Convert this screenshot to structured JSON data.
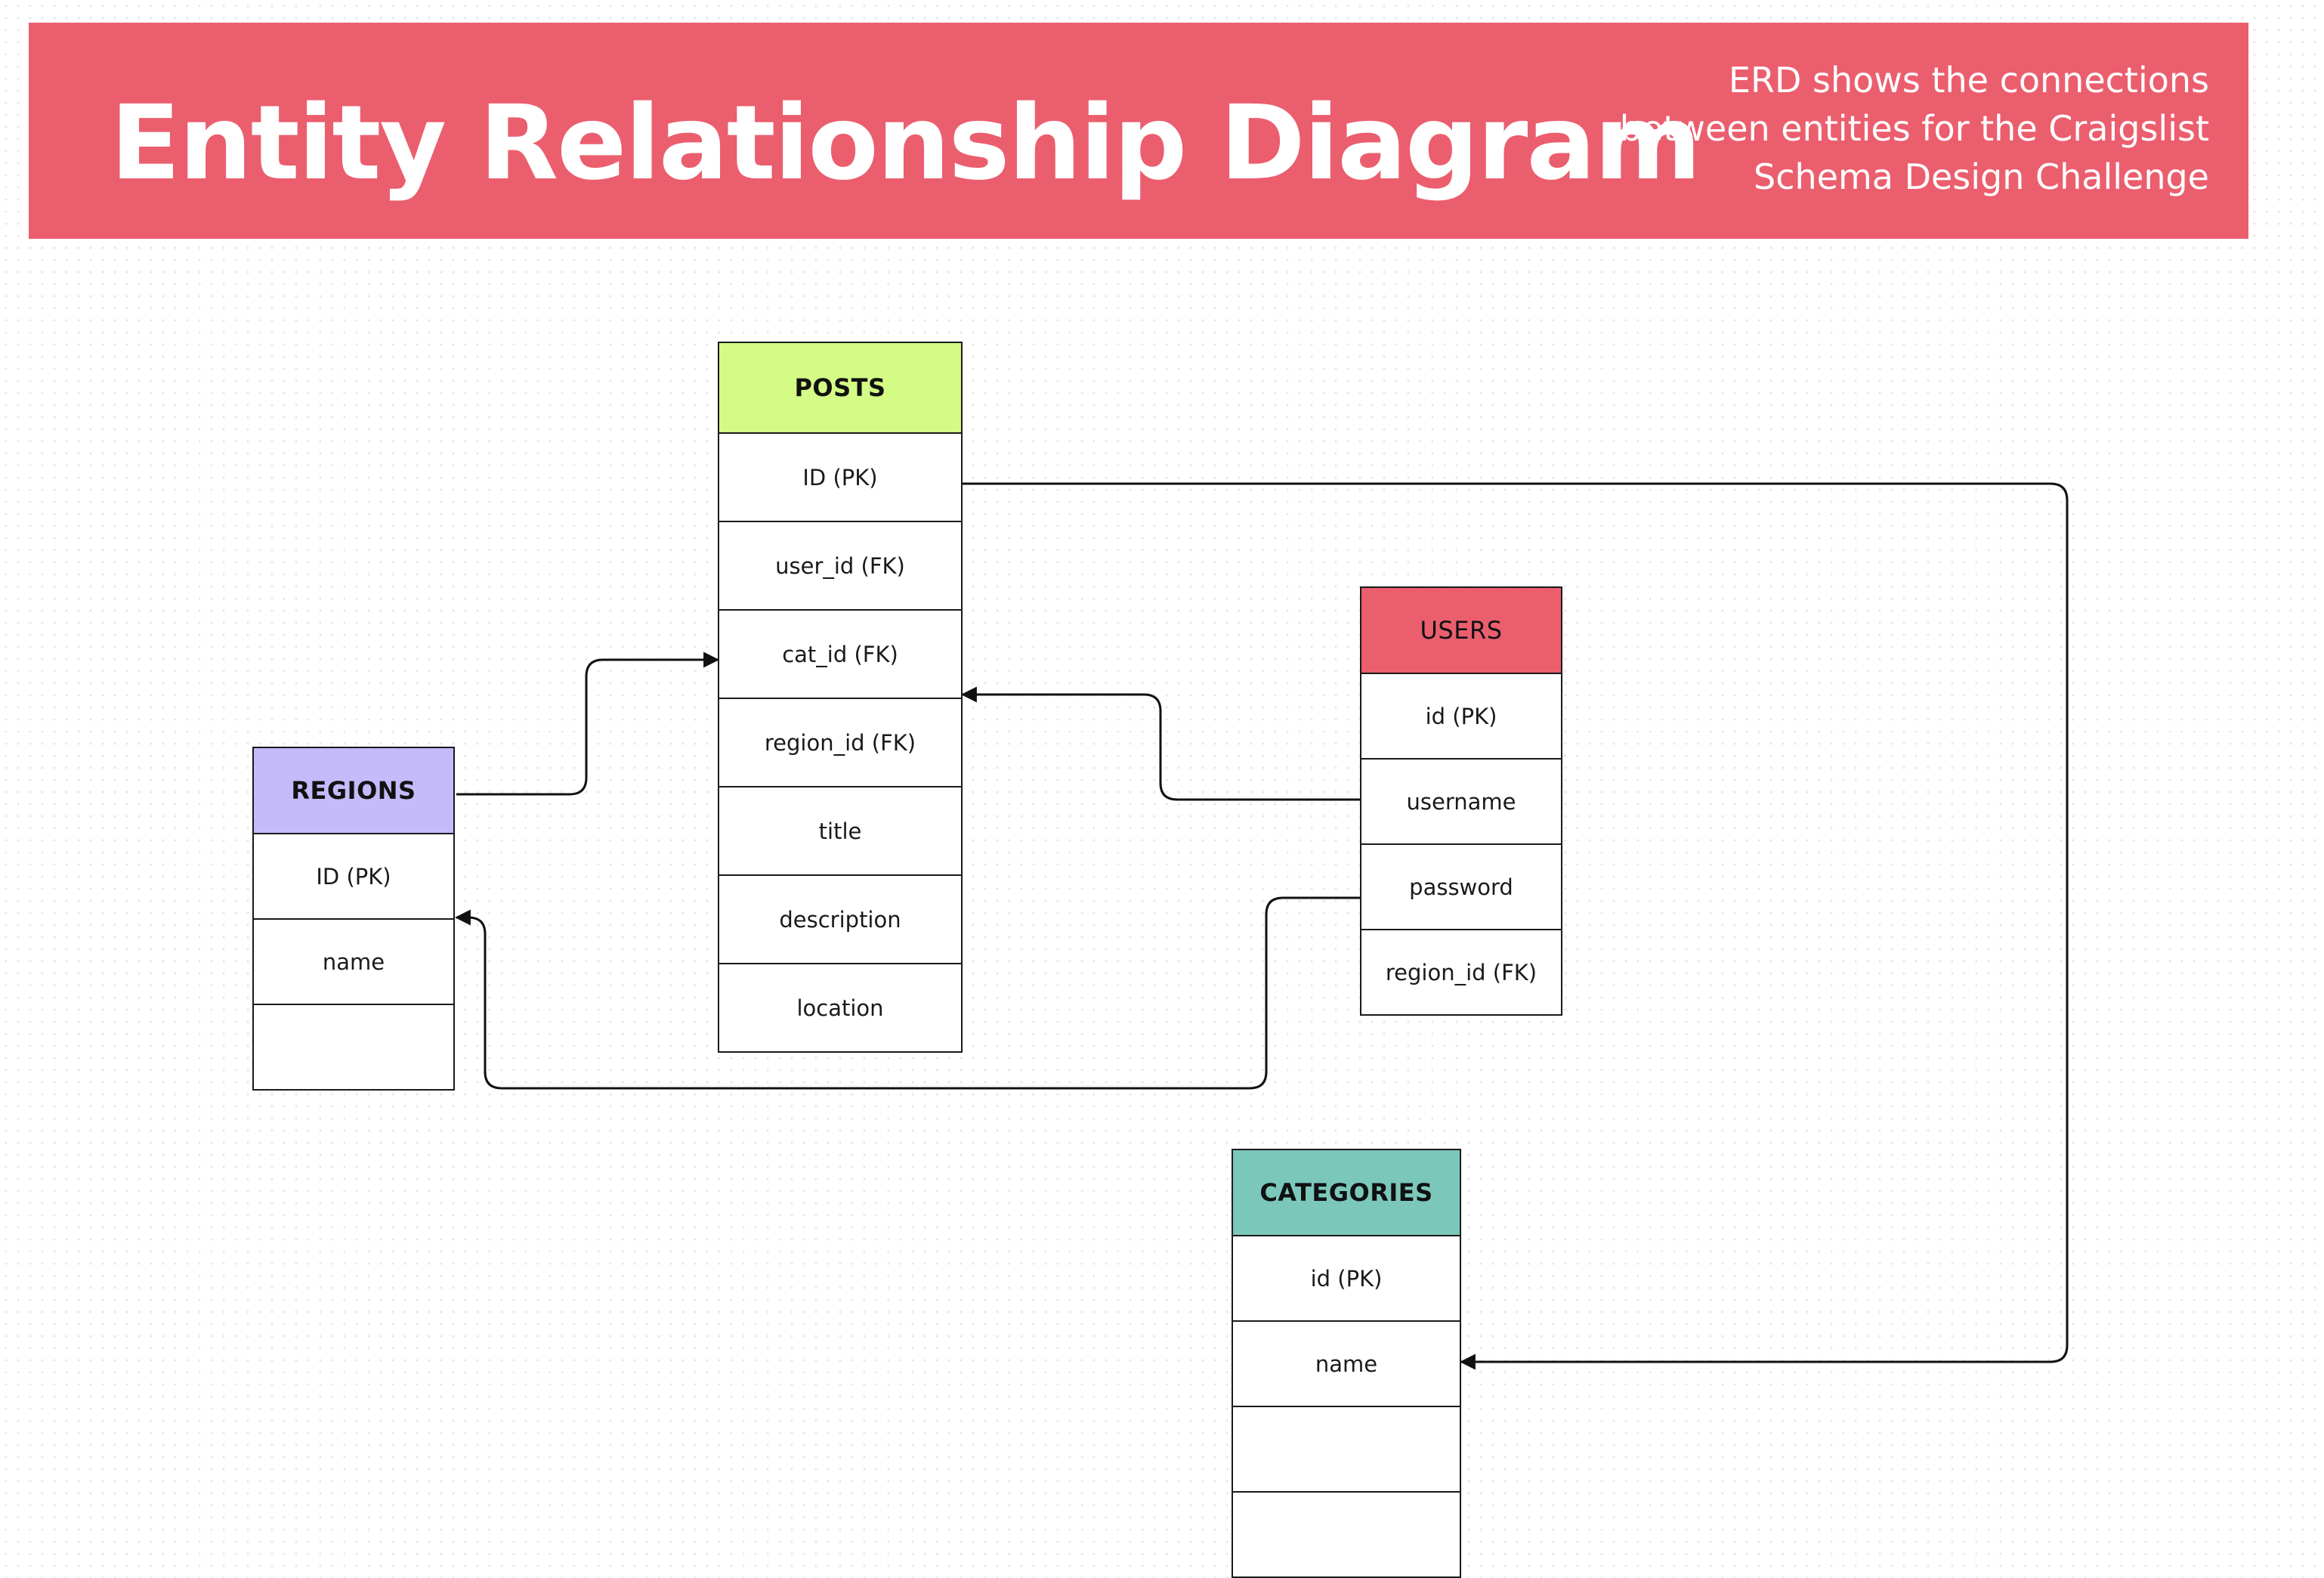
{
  "banner": {
    "title": "Entity Relationship Diagram",
    "subtitle_lines": [
      "ERD shows the connections",
      "between entities for the Craigslist",
      "Schema Design Challenge"
    ],
    "color": "#eb5e6e"
  },
  "entities": {
    "posts": {
      "name": "POSTS",
      "color": "#d4fb85",
      "fields": [
        "ID (PK)",
        "user_id (FK)",
        "cat_id (FK)",
        "region_id (FK)",
        "title",
        "description",
        "location"
      ]
    },
    "users": {
      "name": "USERS",
      "color": "#eb5e6e",
      "fields": [
        "id (PK)",
        "username",
        "password",
        "region_id (FK)"
      ]
    },
    "regions": {
      "name": "REGIONS",
      "color": "#c5bafa",
      "fields": [
        "ID (PK)",
        "name",
        ""
      ]
    },
    "categories": {
      "name": "CATEGORIES",
      "color": "#7bc8bb",
      "fields": [
        "id (PK)",
        "name",
        "",
        ""
      ]
    }
  }
}
